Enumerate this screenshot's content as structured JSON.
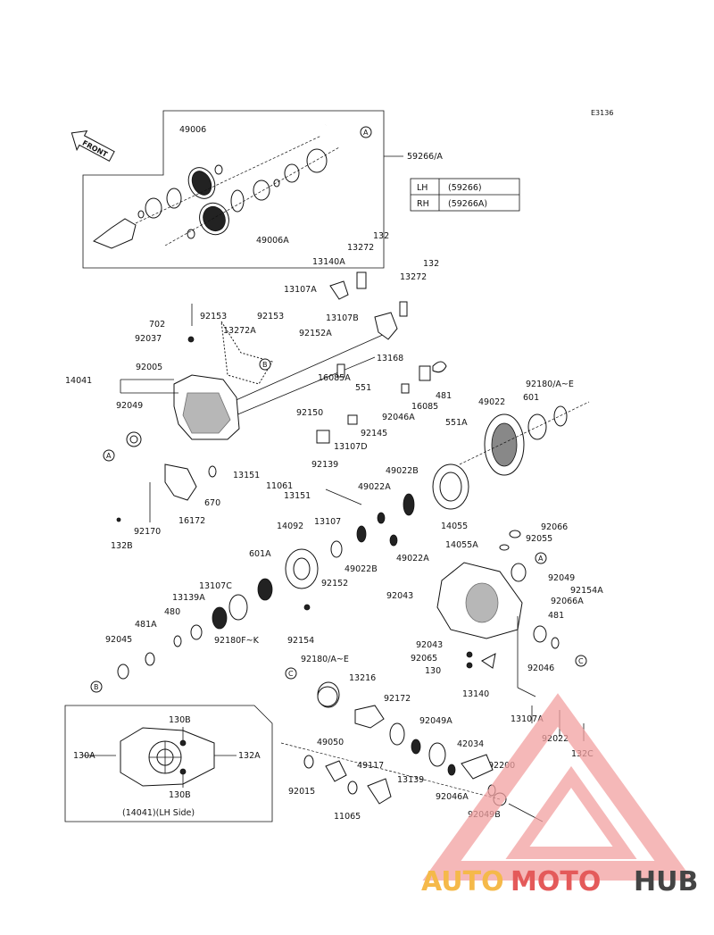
{
  "diagram_code": "E3136",
  "front_label": "FRONT",
  "table": {
    "rows": [
      {
        "side": "LH",
        "part": "(59266)"
      },
      {
        "side": "RH",
        "part": "(59266A)"
      }
    ]
  },
  "callouts": {
    "A": "A",
    "B": "B",
    "C": "C"
  },
  "labels": {
    "p49006": "49006",
    "p49006A": "49006A",
    "p59266A": "59266/A",
    "p132a": "132",
    "p132b": "132",
    "p13272a": "13272",
    "p13272b": "13272",
    "p13140A": "13140A",
    "p13107A": "13107A",
    "p13107B": "13107B",
    "p702": "702",
    "p92153a": "92153",
    "p92153b": "92153",
    "p92037": "92037",
    "p13272A": "13272A",
    "p92152A": "92152A",
    "p13168": "13168",
    "p14041": "14041",
    "p92005": "92005",
    "p551": "551",
    "p16085A": "16085A",
    "p481a": "481",
    "p16085": "16085",
    "p92150": "92150",
    "p92046A": "92046A",
    "p49022": "49022",
    "p601": "601",
    "p92180AE": "92180/A~E",
    "p92049a": "92049",
    "p92145": "92145",
    "p13107D": "13107D",
    "p551A": "551A",
    "p92139": "92139",
    "p13151a": "13151",
    "p11061": "11061",
    "p13151b": "13151",
    "p670": "670",
    "p16172": "16172",
    "p92170": "92170",
    "p132B": "132B",
    "p49022B": "49022B",
    "p49022Aa": "49022A",
    "p14055": "14055",
    "p13107": "13107",
    "p14092": "14092",
    "p92066": "92066",
    "p92055": "92055",
    "p14055A": "14055A",
    "p601A": "601A",
    "p49022Ab": "49022A",
    "p49022Bb": "49022B",
    "p92152": "92152",
    "p92049b": "92049",
    "p13107C": "13107C",
    "p13139A": "13139A",
    "p480": "480",
    "p92043a": "92043",
    "p92154A": "92154A",
    "p92066A": "92066A",
    "p481A": "481A",
    "p92180FK": "92180F~K",
    "p92154": "92154",
    "p481b": "481",
    "p92045": "92045",
    "p92043b": "92043",
    "p92065": "92065",
    "p130": "130",
    "p92046": "92046",
    "p92180AE2": "92180/A~E",
    "p13140": "13140",
    "p13216": "13216",
    "p92172": "92172",
    "p13107A2": "13107A",
    "p92049A": "92049A",
    "p92022": "92022",
    "p130Ba": "130B",
    "p130A": "130A",
    "p132A": "132A",
    "p130Bb": "130B",
    "p49050": "49050",
    "p42034": "42034",
    "p132C": "132C",
    "p92200": "92200",
    "p49117": "49117",
    "p13139": "13139",
    "p92046A2": "92046A",
    "p92015": "92015",
    "p11065": "11065",
    "p92049B": "92049B",
    "inset_caption": "(14041)(LH Side)"
  },
  "watermark": {
    "part1": "AUTO",
    "part2": "MOTO",
    "part3": "HUB",
    "color1": "#f5b94a",
    "color2": "#e45a5a",
    "color3": "#444444"
  }
}
